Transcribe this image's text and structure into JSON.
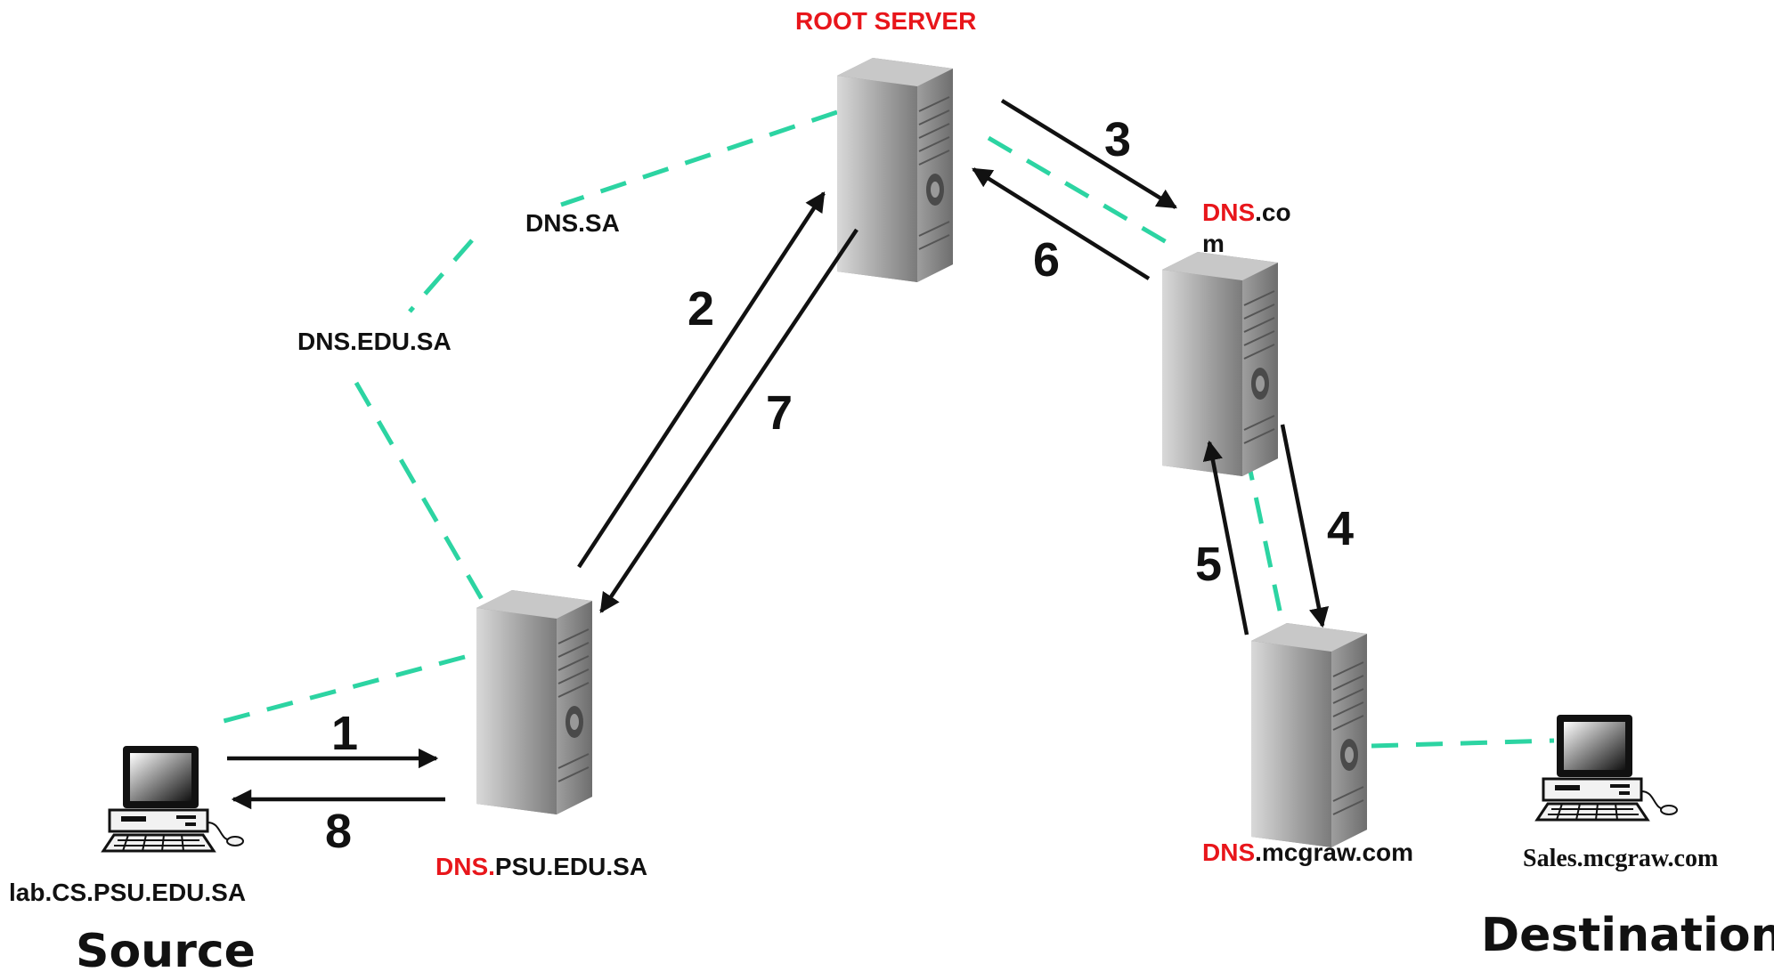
{
  "colors": {
    "link": "#2cd4a2",
    "accent": "#e8161b",
    "arrow": "#111111"
  },
  "labels": {
    "root_server": "ROOT SERVER",
    "dns_sa": "DNS.SA",
    "dns_edu_sa": "DNS.EDU.SA",
    "dns_com_prefix": "DNS",
    "dns_com_suffix_1": ".co",
    "dns_com_suffix_2": "m",
    "dns_psu_prefix": "DNS.",
    "dns_psu_suffix": "PSU.EDU.SA",
    "dns_mcgraw_prefix": "DNS",
    "dns_mcgraw_suffix": ".mcgraw.com",
    "source_host": "lab.CS.PSU.EDU.SA",
    "dest_host": "Sales.mcgraw.com",
    "source": "Source",
    "destination": "Destination"
  },
  "steps": [
    "1",
    "2",
    "3",
    "4",
    "5",
    "6",
    "7",
    "8"
  ],
  "icons": {
    "server": "server-tower-icon",
    "computer": "desktop-computer-icon"
  }
}
